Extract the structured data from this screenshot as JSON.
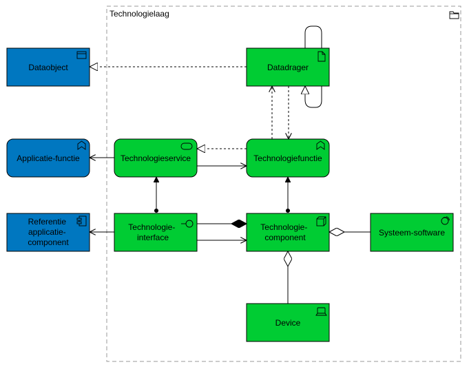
{
  "group": {
    "label": "Technologielaag"
  },
  "nodes": {
    "dataobject": {
      "lines": [
        "Dataobject"
      ]
    },
    "applicatie_functie": {
      "lines": [
        "Applicatie-functie"
      ]
    },
    "referentie": {
      "lines": [
        "Referentie",
        "applicatie-",
        "component"
      ]
    },
    "datadrager": {
      "lines": [
        "Datadrager"
      ]
    },
    "technologieservice": {
      "lines": [
        "Technologieservice"
      ]
    },
    "technologiefunctie": {
      "lines": [
        "Technologiefunctie"
      ]
    },
    "technologie_interface": {
      "lines": [
        "Technologie-",
        "interface"
      ]
    },
    "technologie_component": {
      "lines": [
        "Technologie-",
        "component"
      ]
    },
    "systeem_software": {
      "lines": [
        "Systeem-software"
      ]
    },
    "device": {
      "lines": [
        "Device"
      ]
    }
  },
  "colors": {
    "application_blue": "#0077c0",
    "technology_green": "#00cc33",
    "stroke": "#000000",
    "group_border": "#9a9a9a"
  },
  "icons": {
    "dataobject": "data-object-icon",
    "applicatie_functie": "function-icon",
    "referentie": "component-icon",
    "datadrager": "artifact-icon",
    "technologieservice": "service-icon",
    "technologiefunctie": "function-icon",
    "technologie_interface": "interface-icon",
    "technologie_component": "node-icon",
    "systeem_software": "system-software-icon",
    "device": "device-icon",
    "group": "folder-icon"
  }
}
